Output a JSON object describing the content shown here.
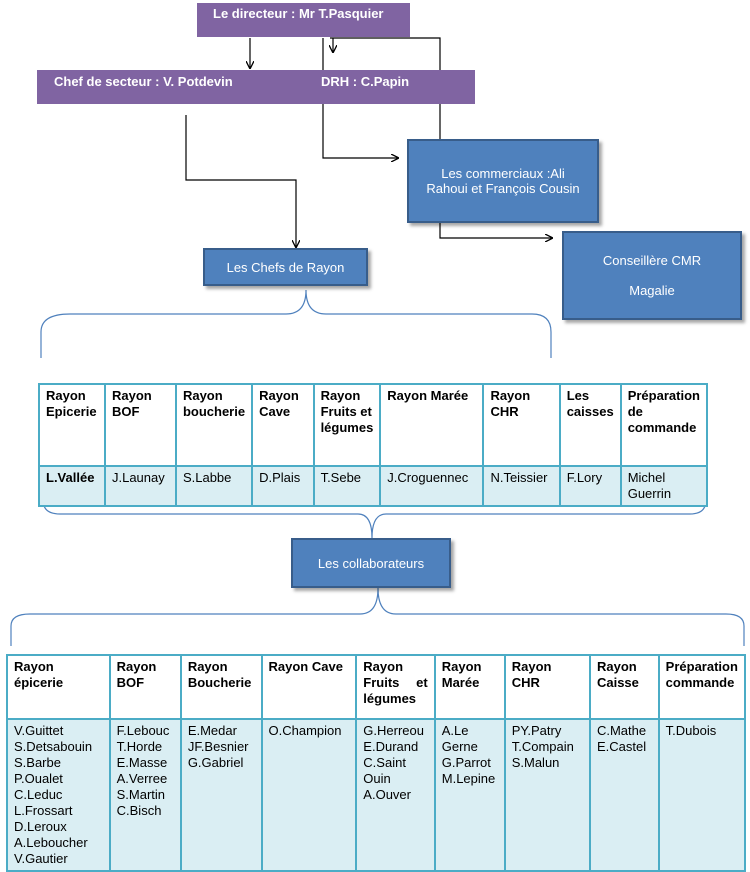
{
  "directeur": "Le directeur : Mr T.Pasquier",
  "chef_secteur": "Chef de secteur : V. Potdevin",
  "drh": "DRH : C.Papin",
  "commerciaux": "Les commerciaux :Ali Rahoui et François Cousin",
  "conseillere": "Conseillère CMR\n\nMagalie",
  "chefs_rayon": "Les Chefs de Rayon",
  "collaborateurs": "Les collaborateurs",
  "chefs_table": {
    "headers": [
      "Rayon Epicerie",
      "Rayon BOF",
      "Rayon boucherie",
      "Rayon Cave",
      "Rayon Fruits et légumes",
      "Rayon Marée",
      "Rayon CHR",
      "Les caisses",
      "Préparation de commande"
    ],
    "values": [
      "L.Vallée",
      "J.Launay",
      "S.Labbe",
      "D.Plais",
      "T.Sebe",
      "J.Croguennec",
      "N.Teissier",
      "F.Lory",
      "Michel Guerrin"
    ]
  },
  "collab_table": {
    "headers": [
      "Rayon épicerie",
      "Rayon BOF",
      "Rayon Boucherie",
      "Rayon Cave",
      "Rayon Fruits et légumes",
      "Rayon Marée",
      "Rayon CHR",
      "Rayon Caisse",
      "Préparation commande"
    ],
    "values": [
      "V.Guittet\nS.Detsabouin\nS.Barbe\nP.Oualet\nC.Leduc\nL.Frossart\nD.Leroux\nA.Leboucher\nV.Gautier",
      "F.Lebouc\nT.Horde\nE.Masse\nA.Verree\nS.Martin\nC.Bisch",
      "E.Medar\nJF.Besnier\nG.Gabriel",
      "O.Champion",
      "G.Herreou\nE.Durand\nC.Saint Ouin\nA.Ouver",
      "A.Le Gerne\nG.Parrot\nM.Lepine",
      "PY.Patry\nT.Compain\nS.Malun",
      "C.Mathe\nE.Castel",
      "T.Dubois"
    ]
  }
}
